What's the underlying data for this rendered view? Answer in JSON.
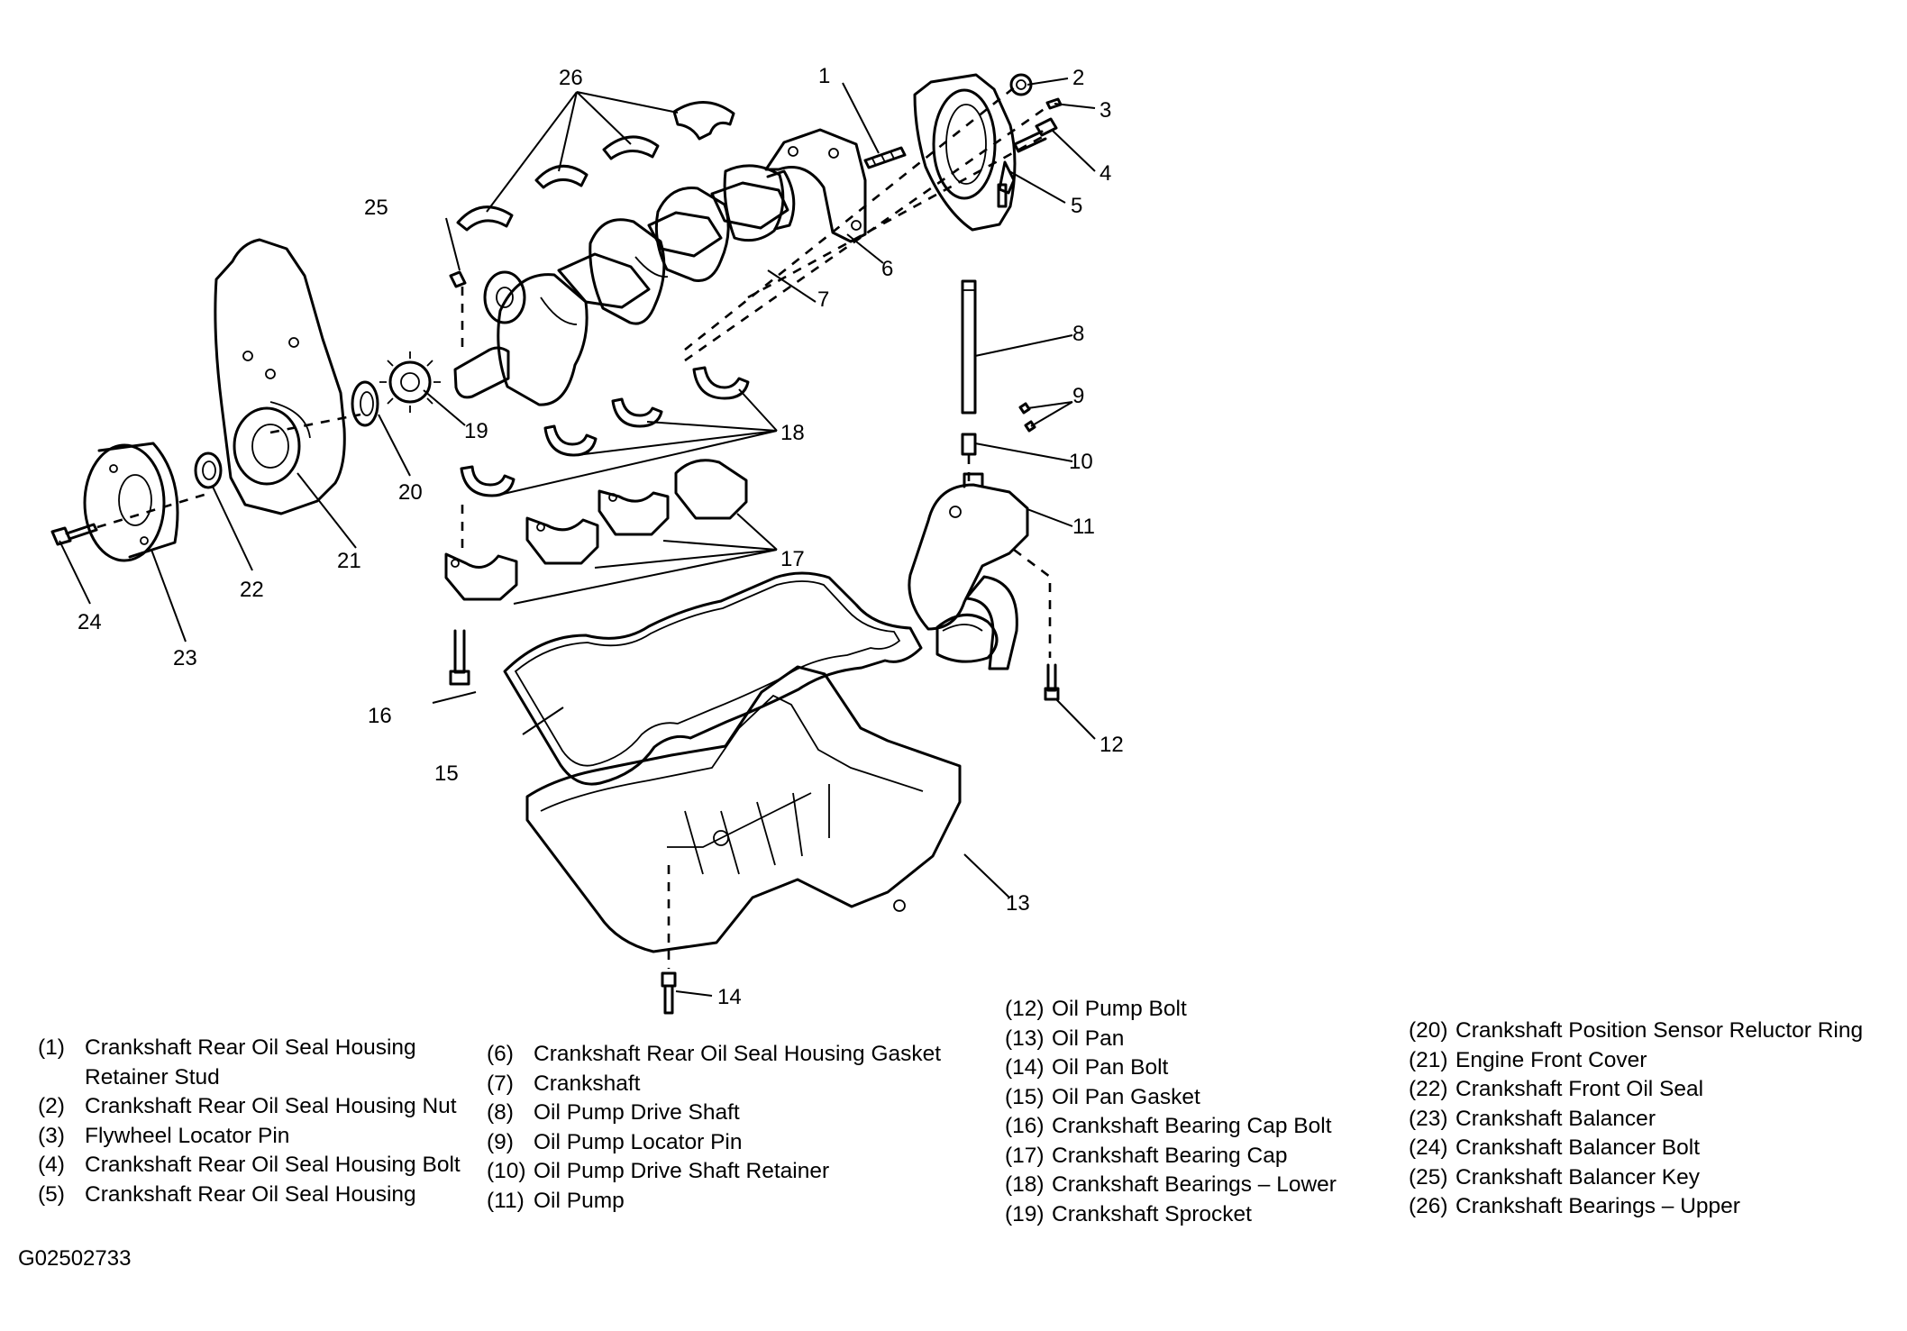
{
  "callouts": [
    "1",
    "2",
    "3",
    "4",
    "5",
    "6",
    "7",
    "8",
    "9",
    "10",
    "11",
    "12",
    "13",
    "14",
    "15",
    "16",
    "17",
    "18",
    "19",
    "20",
    "21",
    "22",
    "23",
    "24",
    "25",
    "26"
  ],
  "legend": {
    "col1": [
      {
        "num": "(1)",
        "label": "Crankshaft Rear Oil Seal Housing\nRetainer Stud"
      },
      {
        "num": "(2)",
        "label": "Crankshaft Rear Oil Seal Housing Nut"
      },
      {
        "num": "(3)",
        "label": "Flywheel Locator Pin"
      },
      {
        "num": "(4)",
        "label": "Crankshaft Rear Oil Seal Housing Bolt"
      },
      {
        "num": "(5)",
        "label": "Crankshaft Rear Oil Seal Housing"
      }
    ],
    "col2": [
      {
        "num": "(6)",
        "label": "Crankshaft Rear Oil Seal Housing Gasket"
      },
      {
        "num": "(7)",
        "label": "Crankshaft"
      },
      {
        "num": "(8)",
        "label": "Oil Pump Drive Shaft"
      },
      {
        "num": "(9)",
        "label": "Oil Pump Locator Pin"
      },
      {
        "num": "(10)",
        "label": "Oil Pump Drive Shaft Retainer"
      },
      {
        "num": "(11)",
        "label": "Oil Pump"
      }
    ],
    "col3": [
      {
        "num": "(12)",
        "label": "Oil Pump Bolt"
      },
      {
        "num": "(13)",
        "label": "Oil Pan"
      },
      {
        "num": "(14)",
        "label": "Oil Pan Bolt"
      },
      {
        "num": "(15)",
        "label": "Oil Pan Gasket"
      },
      {
        "num": "(16)",
        "label": "Crankshaft Bearing Cap Bolt"
      },
      {
        "num": "(17)",
        "label": "Crankshaft Bearing Cap"
      },
      {
        "num": "(18)",
        "label": "Crankshaft Bearings – Lower"
      },
      {
        "num": "(19)",
        "label": "Crankshaft Sprocket"
      }
    ],
    "col4": [
      {
        "num": "(20)",
        "label": "Crankshaft Position Sensor Reluctor Ring"
      },
      {
        "num": "(21)",
        "label": "Engine Front Cover"
      },
      {
        "num": "(22)",
        "label": "Crankshaft Front Oil Seal"
      },
      {
        "num": "(23)",
        "label": "Crankshaft Balancer"
      },
      {
        "num": "(24)",
        "label": "Crankshaft Balancer Bolt"
      },
      {
        "num": "(25)",
        "label": "Crankshaft Balancer Key"
      },
      {
        "num": "(26)",
        "label": "Crankshaft Bearings – Upper"
      }
    ]
  },
  "figure_code": "G02502733"
}
